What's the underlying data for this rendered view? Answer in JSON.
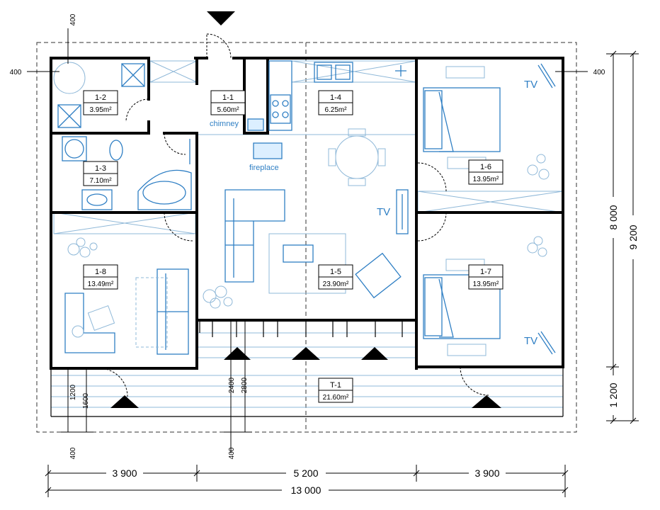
{
  "rooms": [
    {
      "id": "1-1",
      "area": "5.60m²"
    },
    {
      "id": "1-2",
      "area": "3.95m²"
    },
    {
      "id": "1-3",
      "area": "7.10m²"
    },
    {
      "id": "1-4",
      "area": "6.25m²"
    },
    {
      "id": "1-5",
      "area": "23.90m²"
    },
    {
      "id": "1-6",
      "area": "13.95m²"
    },
    {
      "id": "1-7",
      "area": "13.95m²"
    },
    {
      "id": "1-8",
      "area": "13.49m²"
    },
    {
      "id": "T-1",
      "area": "21.60m²"
    }
  ],
  "labels": {
    "chimney": "chimney",
    "fireplace": "fireplace",
    "tv": "TV"
  },
  "dimensions": {
    "left_module": "3 900",
    "center_module": "5 200",
    "right_module": "3 900",
    "total_width": "13 000",
    "house_depth": "8 000",
    "total_depth": "9 200",
    "terrace_depth": "1 200",
    "offset": "400",
    "d2400": "2400",
    "d2800": "2800",
    "d1200": "1200",
    "d1600": "1600"
  }
}
